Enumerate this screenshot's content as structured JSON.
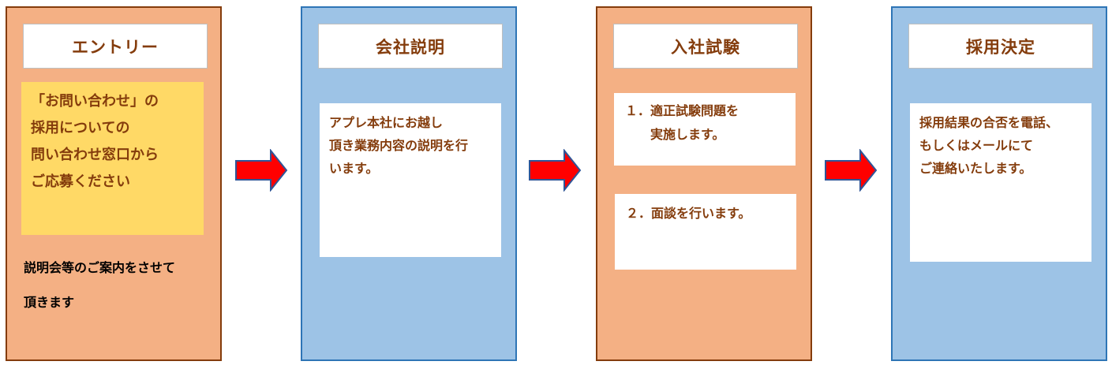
{
  "steps": [
    {
      "title": "エントリー",
      "note": "「お問い合わせ」の\n採用についての\n問い合わせ窓口から\nご応募ください",
      "footer_line1": "説明会等のご案内をさせて",
      "footer_line2": "頂きます"
    },
    {
      "title": "会社説明",
      "body": "アプレ本社にお越し\n頂き業務内容の説明を行\nいます。"
    },
    {
      "title": "入社試験",
      "item1": "１．適正試験問題を\n　　実施します。",
      "item2": "２．面談を行います。"
    },
    {
      "title": "採用決定",
      "body": "採用結果の合否を電話、\nもしくはメールにて\nご連絡いたします。"
    }
  ],
  "colors": {
    "orange_fill": "#f4b084",
    "orange_border": "#843c0c",
    "blue_fill": "#9dc3e6",
    "blue_border": "#2e75b6",
    "yellow_note": "#ffd966",
    "text_brown": "#843c0c",
    "arrow_red": "#ff0000",
    "arrow_outline": "#2f5597"
  }
}
